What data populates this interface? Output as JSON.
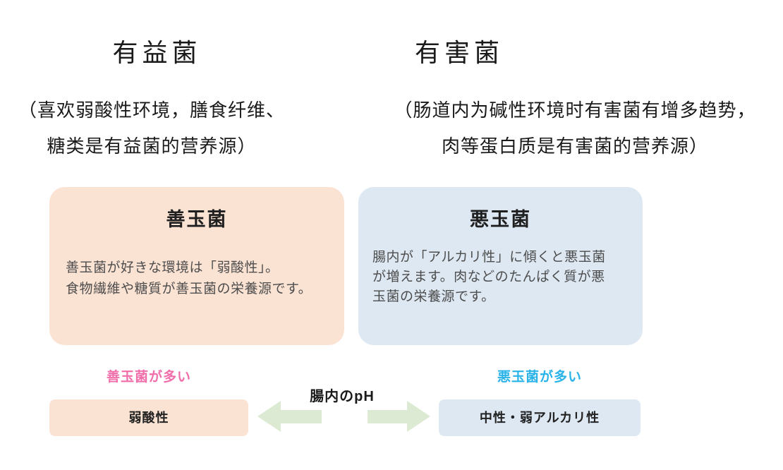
{
  "colors": {
    "peach_bg": "#fbe3d4",
    "blue_bg": "#dde8f3",
    "pink_caption": "#f06eaa",
    "blue_caption": "#29b3e8",
    "arrow_green": "#dcead3",
    "heading_text": "#1a1a1a",
    "card_body_text": "#4d4d4d"
  },
  "header": {
    "left": {
      "title": "有益菌",
      "desc_lines": [
        "（喜欢弱酸性环境，膳食纤维、",
        "糖类是有益菌的营养源）"
      ]
    },
    "right": {
      "title": "有害菌",
      "desc_lines": [
        "（肠道内为碱性环境时有害菌有增多趋势，",
        "肉等蛋白质是有害菌的营养源）"
      ]
    }
  },
  "cards": {
    "good": {
      "title": "善玉菌",
      "body_lines": [
        "善玉菌が好きな環境は「弱酸性」。",
        "食物繊維や糖質が善玉菌の栄養源です。"
      ]
    },
    "bad": {
      "title": "悪玉菌",
      "body_lines": [
        "腸内が「アルカリ性」に傾くと悪玉菌",
        "が増えます。肉などのたんぱく質が悪",
        "玉菌の栄養源です。"
      ]
    }
  },
  "ph_section": {
    "center_label": "腸内のpH",
    "left_caption": "善玉菌が多い",
    "left_box_label": "弱酸性",
    "right_caption": "悪玉菌が多い",
    "right_box_label": "中性・弱アルカリ性"
  }
}
